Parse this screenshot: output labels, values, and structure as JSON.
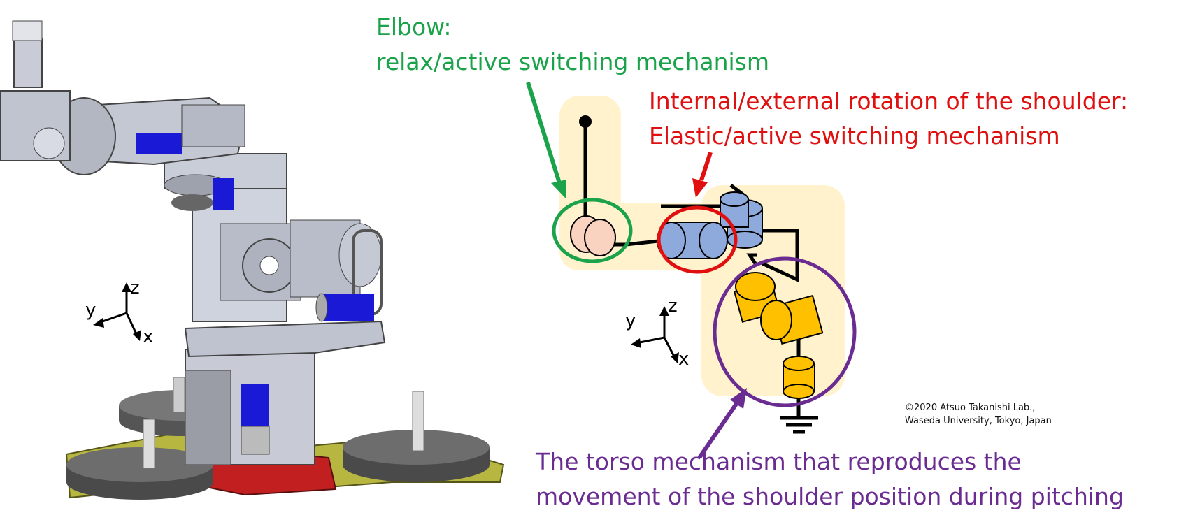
{
  "labels": {
    "elbow_title": "Elbow:",
    "elbow_desc": "relax/active switching mechanism",
    "shoulder_title": "Internal/external rotation of the shoulder:",
    "shoulder_desc": "Elastic/active switching mechanism",
    "torso_line1": "The torso mechanism that reproduces the",
    "torso_line2": "movement of the shoulder position during pitching"
  },
  "credit": {
    "line1": "©2020 Atsuo Takanishi Lab.,",
    "line2": "Waseda University, Tokyo, Japan"
  },
  "axes": {
    "z": "z",
    "y": "y",
    "x": "x"
  },
  "colors": {
    "elbow": "#1aa34a",
    "shoulder": "#e01010",
    "torso": "#6a2c91",
    "highlight": "#fff2cc",
    "elbow_joint": "#f9d3c0",
    "shoulder_joint": "#8ea9db",
    "torso_joint": "#ffc000"
  }
}
